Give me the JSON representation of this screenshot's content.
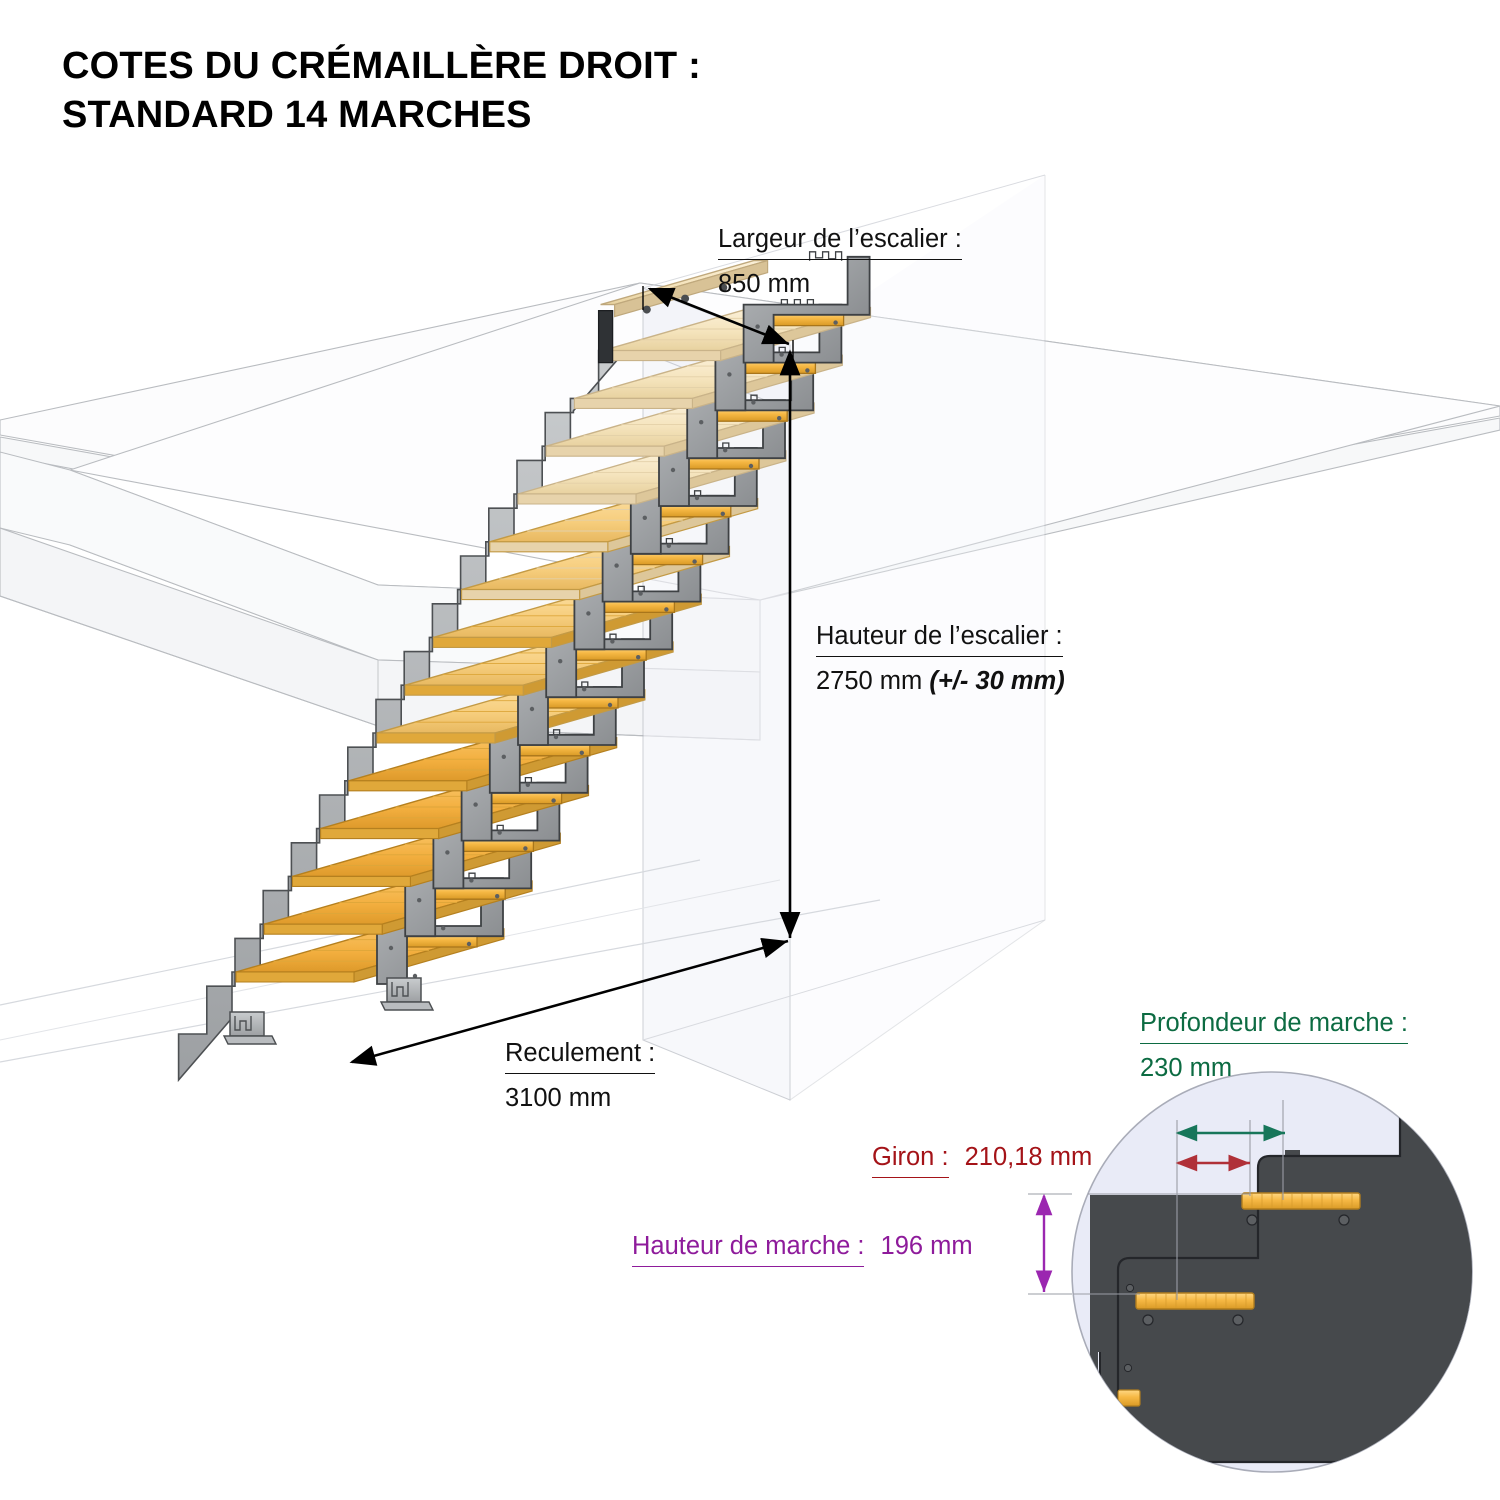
{
  "title": {
    "line1": "COTES DU CRÉMAILLÈRE DROIT :",
    "line2": "STANDARD 14 MARCHES",
    "full": "COTES DU CRÉMAILLÈRE DROIT :\nSTANDARD 14 MARCHES"
  },
  "dimensions": {
    "largeur": {
      "label": "Largeur de l’escalier :",
      "value": "850 mm",
      "color": "#111111"
    },
    "hauteur": {
      "label": "Hauteur de l’escalier :",
      "value": "2750 mm",
      "tolerance": "(+/- 30 mm)",
      "color": "#111111"
    },
    "reculement": {
      "label": "Reculement :",
      "value": "3100 mm",
      "color": "#111111"
    },
    "profondeur_de_marche": {
      "label": "Profondeur de marche :",
      "value": "230 mm",
      "color": "#0c6b42"
    },
    "giron": {
      "label": "Giron :",
      "value": "210,18 mm",
      "color": "#a41318"
    },
    "hauteur_de_marche": {
      "label": "Hauteur de marche :",
      "value": "196 mm",
      "color": "#8e1b9b"
    }
  },
  "drawing": {
    "step_count": 14,
    "stringer_color": "#8f9295",
    "stringer_dark_color": "#44474a",
    "tread_top_color": "#f5e7c4",
    "tread_bottom_color": "#f0a830",
    "slab_color": "#fbfbfc",
    "detail_circle_fill": "#e9ebf7"
  }
}
